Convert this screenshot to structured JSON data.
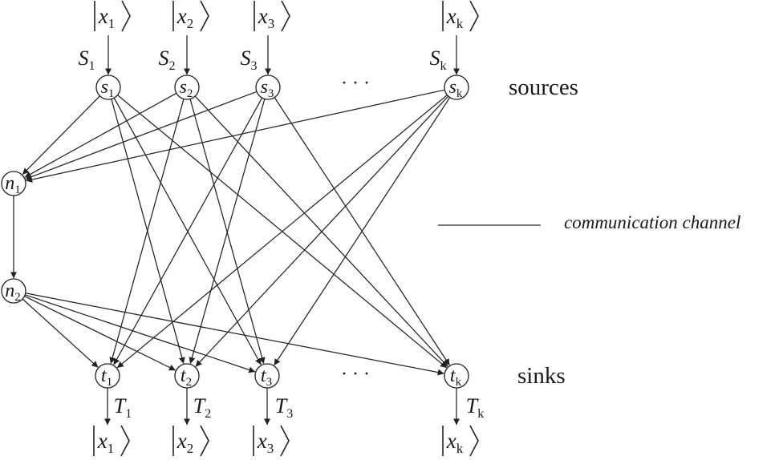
{
  "sources": [
    {
      "id": "s1",
      "base": "s",
      "sub": "1",
      "input": {
        "base": "S",
        "sub": "1"
      },
      "ket": {
        "base": "x",
        "sub": "1"
      }
    },
    {
      "id": "s2",
      "base": "s",
      "sub": "2",
      "input": {
        "base": "S",
        "sub": "2"
      },
      "ket": {
        "base": "x",
        "sub": "2"
      }
    },
    {
      "id": "s3",
      "base": "s",
      "sub": "3",
      "input": {
        "base": "S",
        "sub": "3"
      },
      "ket": {
        "base": "x",
        "sub": "3"
      }
    },
    {
      "id": "sk",
      "base": "s",
      "sub": "k",
      "input": {
        "base": "S",
        "sub": "k"
      },
      "ket": {
        "base": "x",
        "sub": "k"
      }
    }
  ],
  "sinks": [
    {
      "id": "t1",
      "base": "t",
      "sub": "1",
      "output": {
        "base": "T",
        "sub": "1"
      },
      "ket": {
        "base": "x",
        "sub": "1"
      }
    },
    {
      "id": "t2",
      "base": "t",
      "sub": "2",
      "output": {
        "base": "T",
        "sub": "2"
      },
      "ket": {
        "base": "x",
        "sub": "2"
      }
    },
    {
      "id": "t3",
      "base": "t",
      "sub": "3",
      "output": {
        "base": "T",
        "sub": "3"
      },
      "ket": {
        "base": "x",
        "sub": "3"
      }
    },
    {
      "id": "tk",
      "base": "t",
      "sub": "k",
      "output": {
        "base": "T",
        "sub": "k"
      },
      "ket": {
        "base": "x",
        "sub": "k"
      }
    }
  ],
  "relays": [
    {
      "id": "n1",
      "base": "n",
      "sub": "1"
    },
    {
      "id": "n2",
      "base": "n",
      "sub": "2"
    }
  ],
  "ellipsis": "· · ·",
  "labels": {
    "sources": "sources",
    "sinks": "sinks",
    "legend": "communication channel"
  },
  "edges": [
    [
      "s1",
      "n1"
    ],
    [
      "s2",
      "n1"
    ],
    [
      "s3",
      "n1"
    ],
    [
      "sk",
      "n1"
    ],
    [
      "n1",
      "n2"
    ],
    [
      "n2",
      "t1"
    ],
    [
      "n2",
      "t2"
    ],
    [
      "n2",
      "t3"
    ],
    [
      "n2",
      "tk"
    ],
    [
      "s1",
      "t2"
    ],
    [
      "s1",
      "t3"
    ],
    [
      "s1",
      "tk"
    ],
    [
      "s2",
      "t1"
    ],
    [
      "s2",
      "t3"
    ],
    [
      "s2",
      "tk"
    ],
    [
      "s3",
      "t1"
    ],
    [
      "s3",
      "t2"
    ],
    [
      "s3",
      "tk"
    ],
    [
      "sk",
      "t1"
    ],
    [
      "sk",
      "t2"
    ],
    [
      "sk",
      "t3"
    ]
  ]
}
